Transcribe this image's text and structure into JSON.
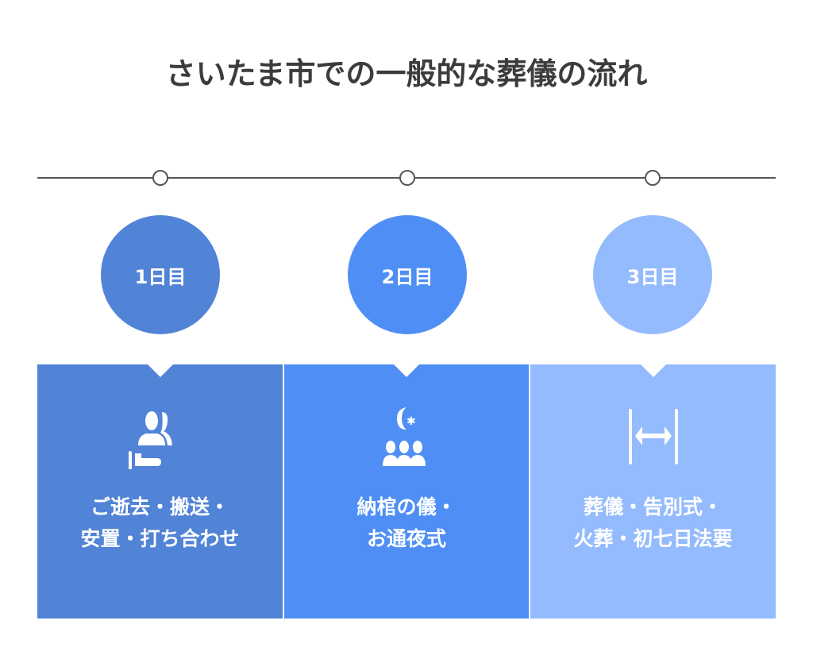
{
  "title": "さいたま市での一般的な葬儀の流れ",
  "colors": {
    "day1": "#5183d6",
    "day2": "#4f8ff5",
    "day3": "#94bbfd"
  },
  "steps": [
    {
      "day": "1日目",
      "lines": [
        "ご逝去・搬送・",
        "安置・打ち合わせ"
      ],
      "icon": "mourners-bed-icon"
    },
    {
      "day": "2日目",
      "lines": [
        "納棺の儀・",
        "お通夜式"
      ],
      "icon": "crescent-group-icon"
    },
    {
      "day": "3日目",
      "lines": [
        "葬儀・告別式・",
        "火葬・初七日法要"
      ],
      "icon": "width-arrows-icon"
    }
  ]
}
